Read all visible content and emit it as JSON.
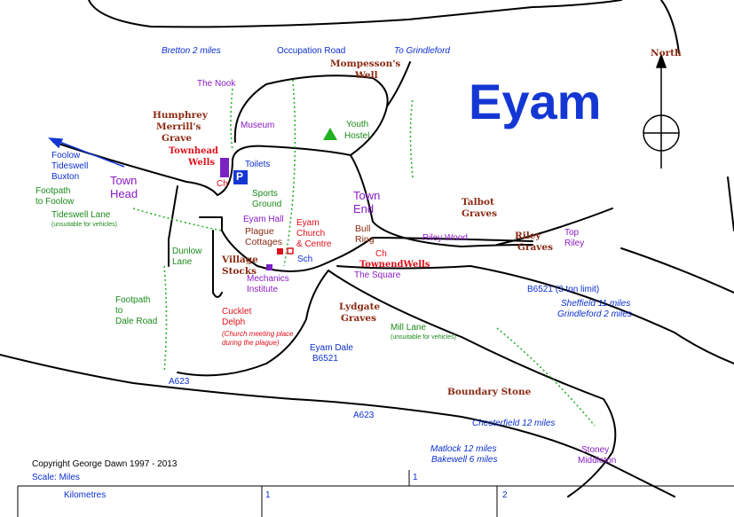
{
  "title": "Eyam",
  "north_label": "North",
  "copyright": "Copyright George Dawn 1997 - 2013",
  "scale": {
    "miles_label": "Scale: Miles",
    "miles_ticks": [
      "1"
    ],
    "km_label": "Kilometres",
    "km_ticks": [
      "1",
      "2"
    ]
  },
  "places": {
    "bretton": "Bretton 2 miles",
    "occupation_road": "Occupation Road",
    "to_grindleford": "To Grindleford",
    "mompessons_well": [
      "Mompesson's",
      "Well"
    ],
    "the_nook": "The Nook",
    "humphrey": [
      "Humphrey",
      "Merrill's",
      "Grave"
    ],
    "museum": "Museum",
    "youth_hostel": [
      "Youth",
      "Hostel"
    ],
    "townhead_wells": [
      "Townhead",
      "Wells"
    ],
    "toilets": "Toilets",
    "parking": "P",
    "ch_left": "Ch",
    "foolow_dir": [
      "Foolow",
      "Tideswell",
      "Buxton"
    ],
    "town_head": [
      "Town",
      "Head"
    ],
    "sports_ground": [
      "Sports",
      "Ground"
    ],
    "town_end": [
      "Town",
      "End"
    ],
    "footpath_foolow": [
      "Footpath",
      "to Foolow"
    ],
    "tideswell_lane": "Tideswell Lane",
    "unsuitable1": "(unsuitable for vehicles)",
    "eyam_hall": "Eyam Hall",
    "plague_cottages": [
      "Plague",
      "Cottages"
    ],
    "eyam_church": [
      "Eyam",
      "Church",
      "& Centre"
    ],
    "bull_ring": [
      "Bull",
      "Ring"
    ],
    "talbot_graves": [
      "Talbot",
      "Graves"
    ],
    "riley_wood": "Riley Wood",
    "riley_graves": [
      "Riley",
      "Graves"
    ],
    "top_riley": [
      "Top",
      "Riley"
    ],
    "dunlow_lane": [
      "Dunlow",
      "Lane"
    ],
    "village_stocks": [
      "Village",
      "Stocks"
    ],
    "sch": "Sch",
    "ch_right": "Ch",
    "townend_wells": "TownendWells",
    "the_square": "The Square",
    "mechanics": [
      "Mechanics",
      "Institute"
    ],
    "b6521_limit": "B6521 (3 ton limit)",
    "sheffield": "Sheffield 11 miles",
    "grindleford2": "Grindleford 2 miles",
    "footpath_dale": [
      "Footpath",
      "to",
      "Dale Road"
    ],
    "cucklet": [
      "Cucklet",
      "Delph"
    ],
    "cucklet_note": [
      "(Church meeting place",
      "during the plague)"
    ],
    "lydgate": [
      "Lydgate",
      "Graves"
    ],
    "mill_lane": "Mill Lane",
    "unsuitable2": "(unsuitable for vehicles)",
    "eyam_dale": [
      "Eyam Dale",
      "B6521"
    ],
    "a623_left": "A623",
    "a623_mid": "A623",
    "boundary_stone": "Boundary Stone",
    "chesterfield": "Chesterfield 12 miles",
    "matlock": "Matlock 12 miles",
    "bakewell": "Bakewell 6 miles",
    "stoney": [
      "Stoney",
      "Middleton"
    ]
  },
  "colors": {
    "road": "#000000",
    "footpath": "#2bb02b",
    "title": "#1437d4",
    "arrow": "#1437d4"
  }
}
